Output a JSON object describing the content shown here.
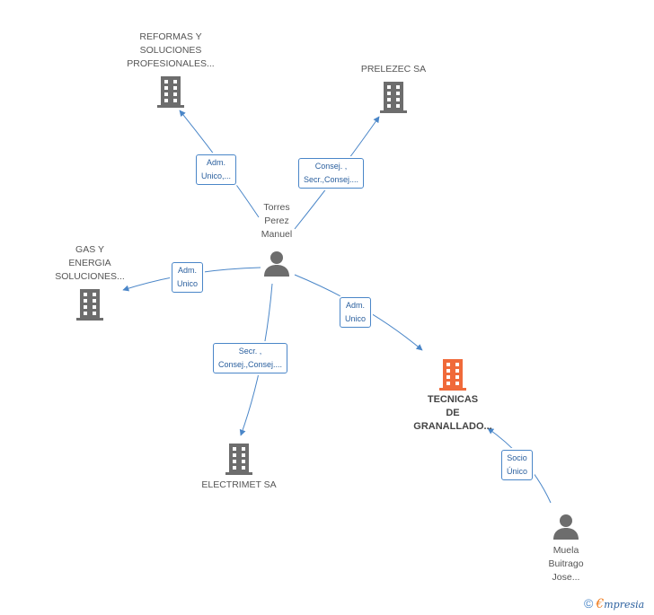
{
  "colors": {
    "edge": "#4a86c8",
    "building": "#6d6d6d",
    "building_highlight": "#f06a3a",
    "person": "#6d6d6d"
  },
  "nodes": {
    "reformas": {
      "name": "REFORMAS Y\nSOLUCIONES\nPROFESIONALES...",
      "icon": "building-icon"
    },
    "prelezec": {
      "name": "PRELEZEC SA",
      "icon": "building-icon"
    },
    "torres": {
      "name": "Torres\nPerez\nManuel",
      "icon": "person-icon"
    },
    "gas": {
      "name": "GAS Y\nENERGIA\nSOLUCIONES...",
      "icon": "building-icon"
    },
    "tecnicas": {
      "name": "TECNICAS\nDE\nGRANALLADO...",
      "icon": "building-icon"
    },
    "electrimet": {
      "name": "ELECTRIMET SA",
      "icon": "building-icon"
    },
    "muela": {
      "name": "Muela\nBuitrago\nJose...",
      "icon": "person-icon"
    }
  },
  "edges": {
    "torres_reformas": "Adm.\nUnico,...",
    "torres_prelezec": "Consej. ,\nSecr.,Consej....",
    "torres_gas": "Adm.\nUnico",
    "torres_tecnicas": "Adm.\nUnico",
    "torres_electrimet": "Secr. ,\nConsej.,Consej....",
    "muela_tecnicas": "Socio\nÚnico"
  },
  "footer": {
    "copyright_symbol": "©",
    "brand_initial": "€",
    "brand_rest": "mpresia"
  }
}
